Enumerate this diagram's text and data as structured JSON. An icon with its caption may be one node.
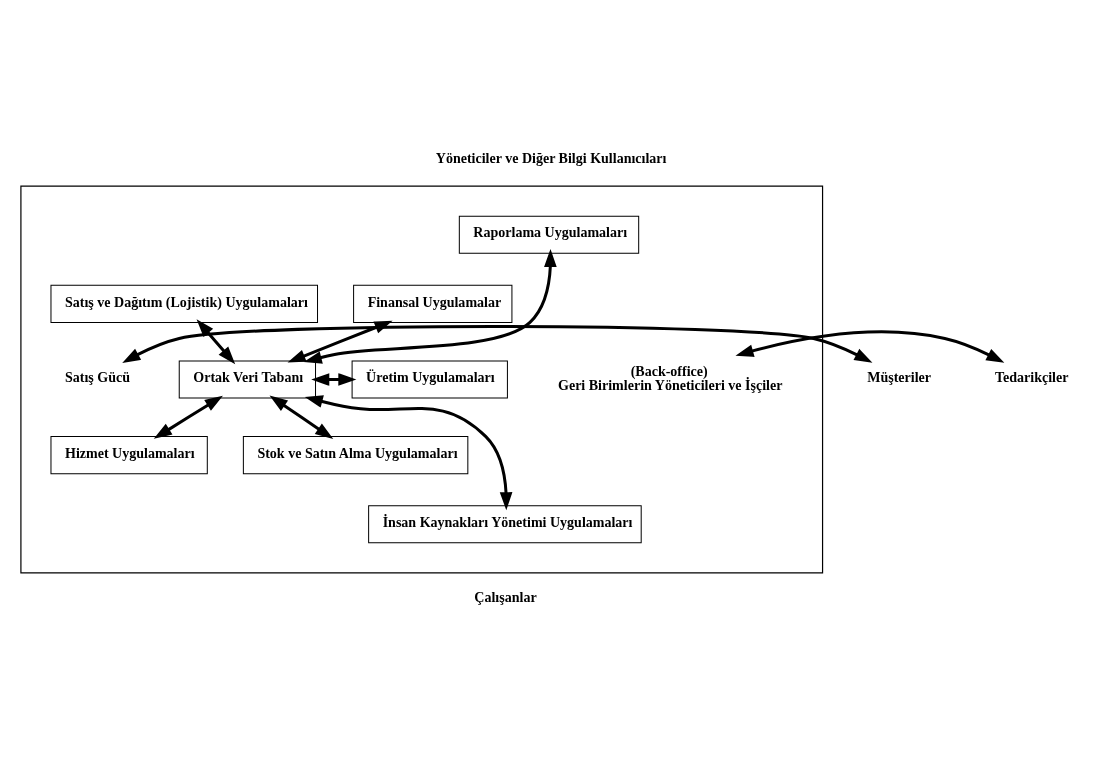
{
  "diagram": {
    "nodes": [
      {
        "text": [],
        "shape": "box"
      },
      {
        "text": [
          "Raporlama Uygulamaları"
        ],
        "in": 0
      },
      {
        "text": [
          "Finansal Uygulamalar"
        ],
        "in": 0
      },
      {
        "text": [
          "Satış ve Dağıtım (Lojistik) Uygulamaları"
        ],
        "in": 0
      },
      {
        "text": [
          "Ortak Veri Tabanı"
        ],
        "in": 0
      },
      {
        "text": [
          "Üretim Uygulamaları"
        ],
        "in": 0
      },
      {
        "text": [
          "Hizmet Uygulamaları"
        ],
        "in": 0
      },
      {
        "text": [
          "Stok ve Satın Alma Uygulamaları"
        ],
        "in": 0
      },
      {
        "text": [
          "İnsan Kaynakları Yönetimi Uygulamaları"
        ],
        "in": 0
      },
      {
        "text": [
          "Müşteriler"
        ]
      },
      {
        "text": [
          "Satış Gücü"
        ],
        "in": 0
      },
      {
        "text": [
          "(Back-office)",
          "Geri Birimlerin Yöneticileri ve İşçiler"
        ],
        "in": 0
      },
      {
        "text": [
          "Tedarikçiler"
        ]
      }
    ],
    "edges": [
      {
        "from": 4,
        "to": 1,
        "arrow": "both"
      },
      {
        "from": 4,
        "to": 2,
        "arrow": "both"
      },
      {
        "from": 3,
        "to": 4,
        "arrow": "both"
      },
      {
        "from": 4,
        "to": 5,
        "arrow": "both"
      },
      {
        "from": 6,
        "to": 4,
        "arrow": "both"
      },
      {
        "from": 4,
        "to": 7,
        "arrow": "both"
      },
      {
        "from": 4,
        "to": 8,
        "arrow": "both"
      },
      {
        "from": 9,
        "to": 10,
        "arrow": "both"
      },
      {
        "from": 11,
        "to": 12,
        "arrow": "both"
      }
    ],
    "labels": [
      "Yöneticiler ve Diğer Bilgi Kullanıcıları",
      "Çalışanlar"
    ]
  }
}
